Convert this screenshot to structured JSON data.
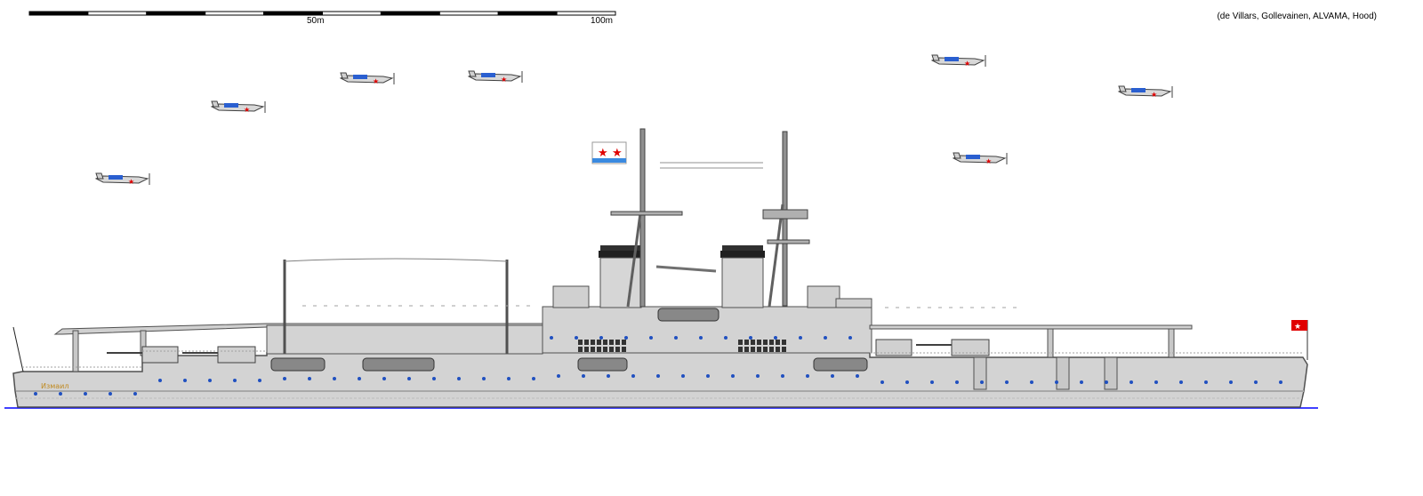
{
  "scale_bar": {
    "label_mid": "50m",
    "label_end": "100m",
    "segments": 10,
    "length_m": 100
  },
  "credits": "(de Villars, Gollevainen, ALVAMA, Hood)",
  "ship": {
    "name": "Измаил"
  },
  "colors": {
    "hull": "#d0d0d0",
    "outline": "#505050",
    "waterline": "#0000ff",
    "funnel_cap": "#303030",
    "porthole": "#2050c0",
    "star": "#e00000"
  },
  "aircraft_count": 7
}
